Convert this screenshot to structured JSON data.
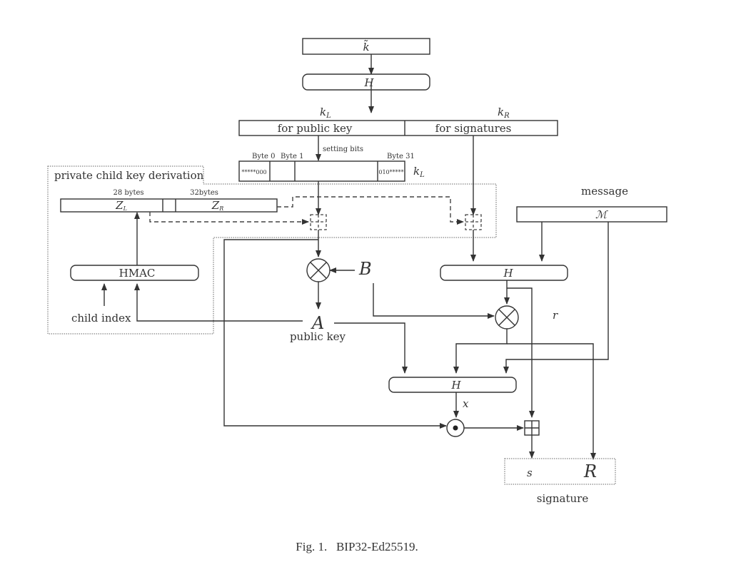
{
  "diagram": {
    "nodes": {
      "k_tilde": "k̃",
      "hash_top": "H",
      "k_L_label": "k",
      "k_L_sub": "L",
      "k_R_label": "k",
      "k_R_sub": "R",
      "k_L_part": "for public key",
      "k_R_part": "for signatures",
      "setting_bits": "setting bits",
      "byte0": "Byte 0",
      "byte1": "Byte 1",
      "byte31": "Byte 31",
      "byte0_bits": "*****000",
      "byte31_bits": "010*****",
      "kL_side_label": "k",
      "kL_side_sub": "L",
      "private_derivation_title": "private child key derivation",
      "zl_size": "28 bytes",
      "zr_size": "32bytes",
      "z_L": "Z",
      "z_L_sub": "L",
      "z_R": "Z",
      "z_R_sub": "R",
      "hmac": "HMAC",
      "child_index": "child index",
      "B": "B",
      "A": "A",
      "public_key": "public key",
      "message": "message",
      "M": "ℳ",
      "hash_r": "H",
      "r": "r",
      "hash_x": "H",
      "x": "x",
      "s": "s",
      "R": "R",
      "signature": "signature"
    },
    "caption": "Fig. 1.   BIP32-Ed25519."
  }
}
